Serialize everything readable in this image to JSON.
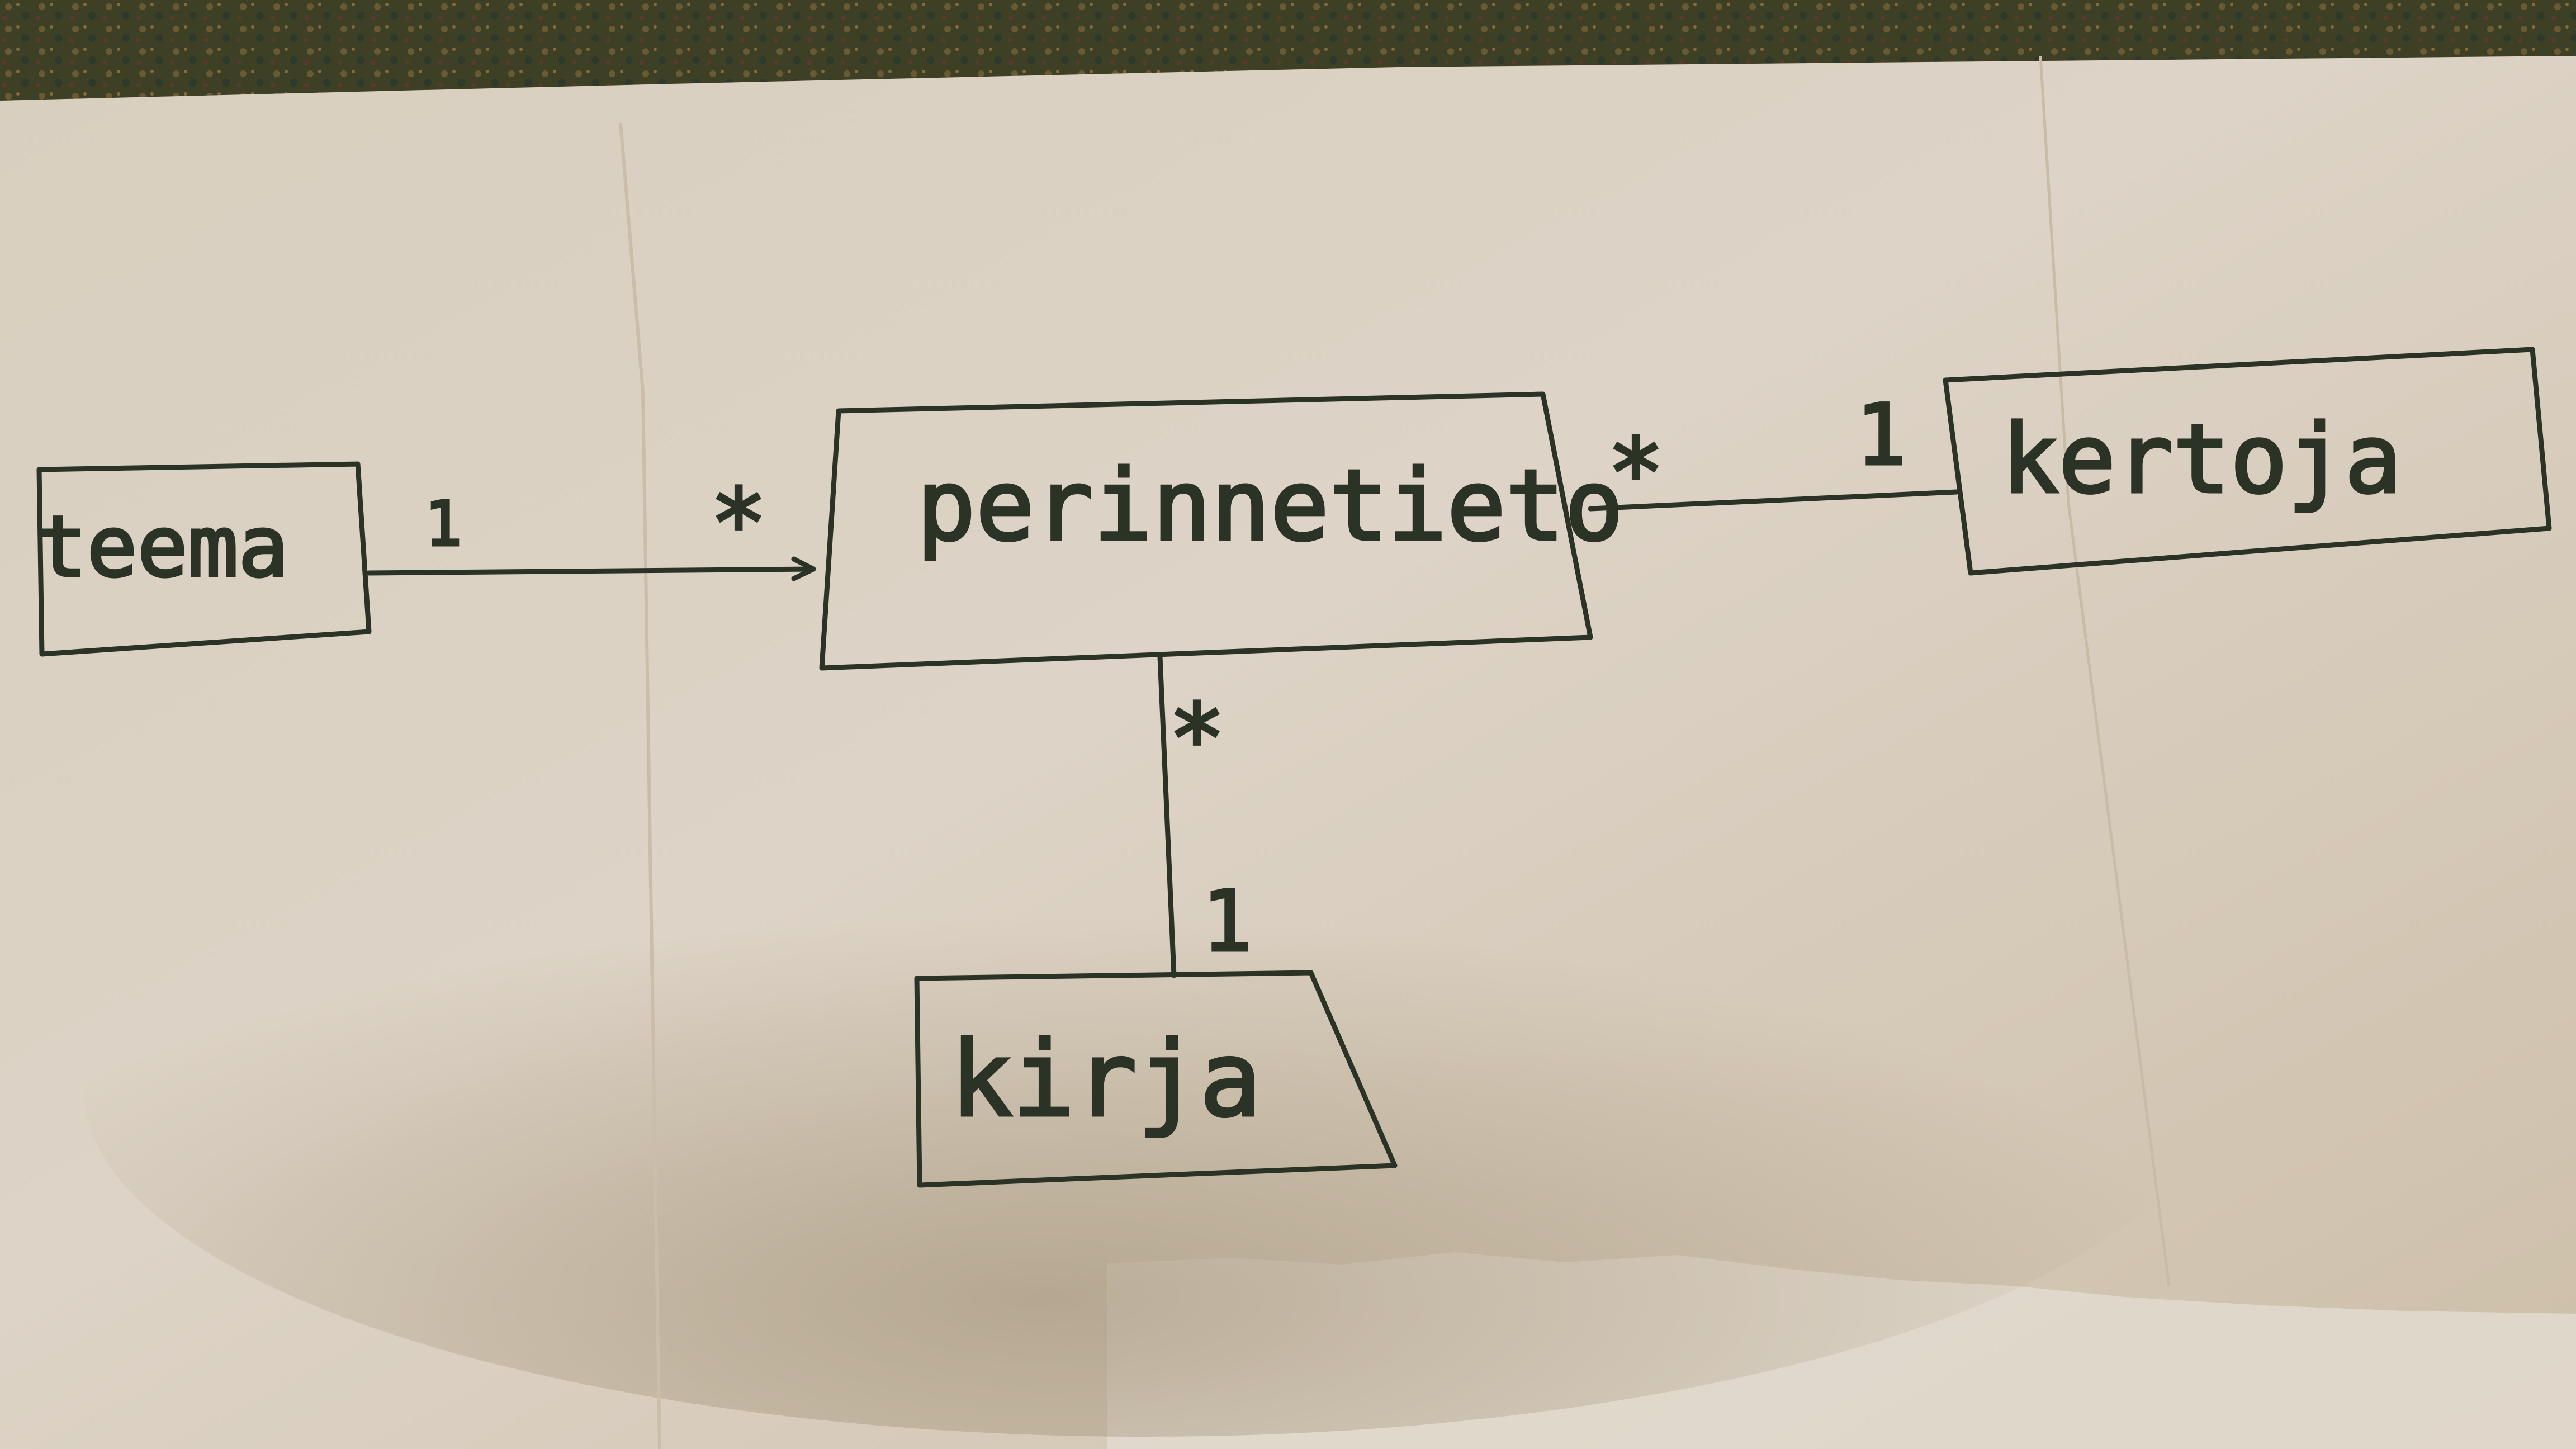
{
  "diagram": {
    "entities": [
      {
        "id": "teema",
        "name": "teema"
      },
      {
        "id": "perintotieto",
        "name": "perinnetieto"
      },
      {
        "id": "kertoja",
        "name": "kertoja"
      },
      {
        "id": "kirja",
        "name": "kirja"
      }
    ],
    "associations": [
      {
        "from": "teema",
        "to": "perintotieto",
        "from_multiplicity": "1",
        "to_multiplicity": "*"
      },
      {
        "from": "perintotieto",
        "to": "kertoja",
        "from_multiplicity": "*",
        "to_multiplicity": "1"
      },
      {
        "from": "perintotieto",
        "to": "kirja",
        "from_multiplicity": "*",
        "to_multiplicity": "1"
      }
    ]
  },
  "colors": {
    "ink": "#2b3327",
    "paper": "#dcd2c3",
    "tablecloth": "#4a4a2a"
  }
}
